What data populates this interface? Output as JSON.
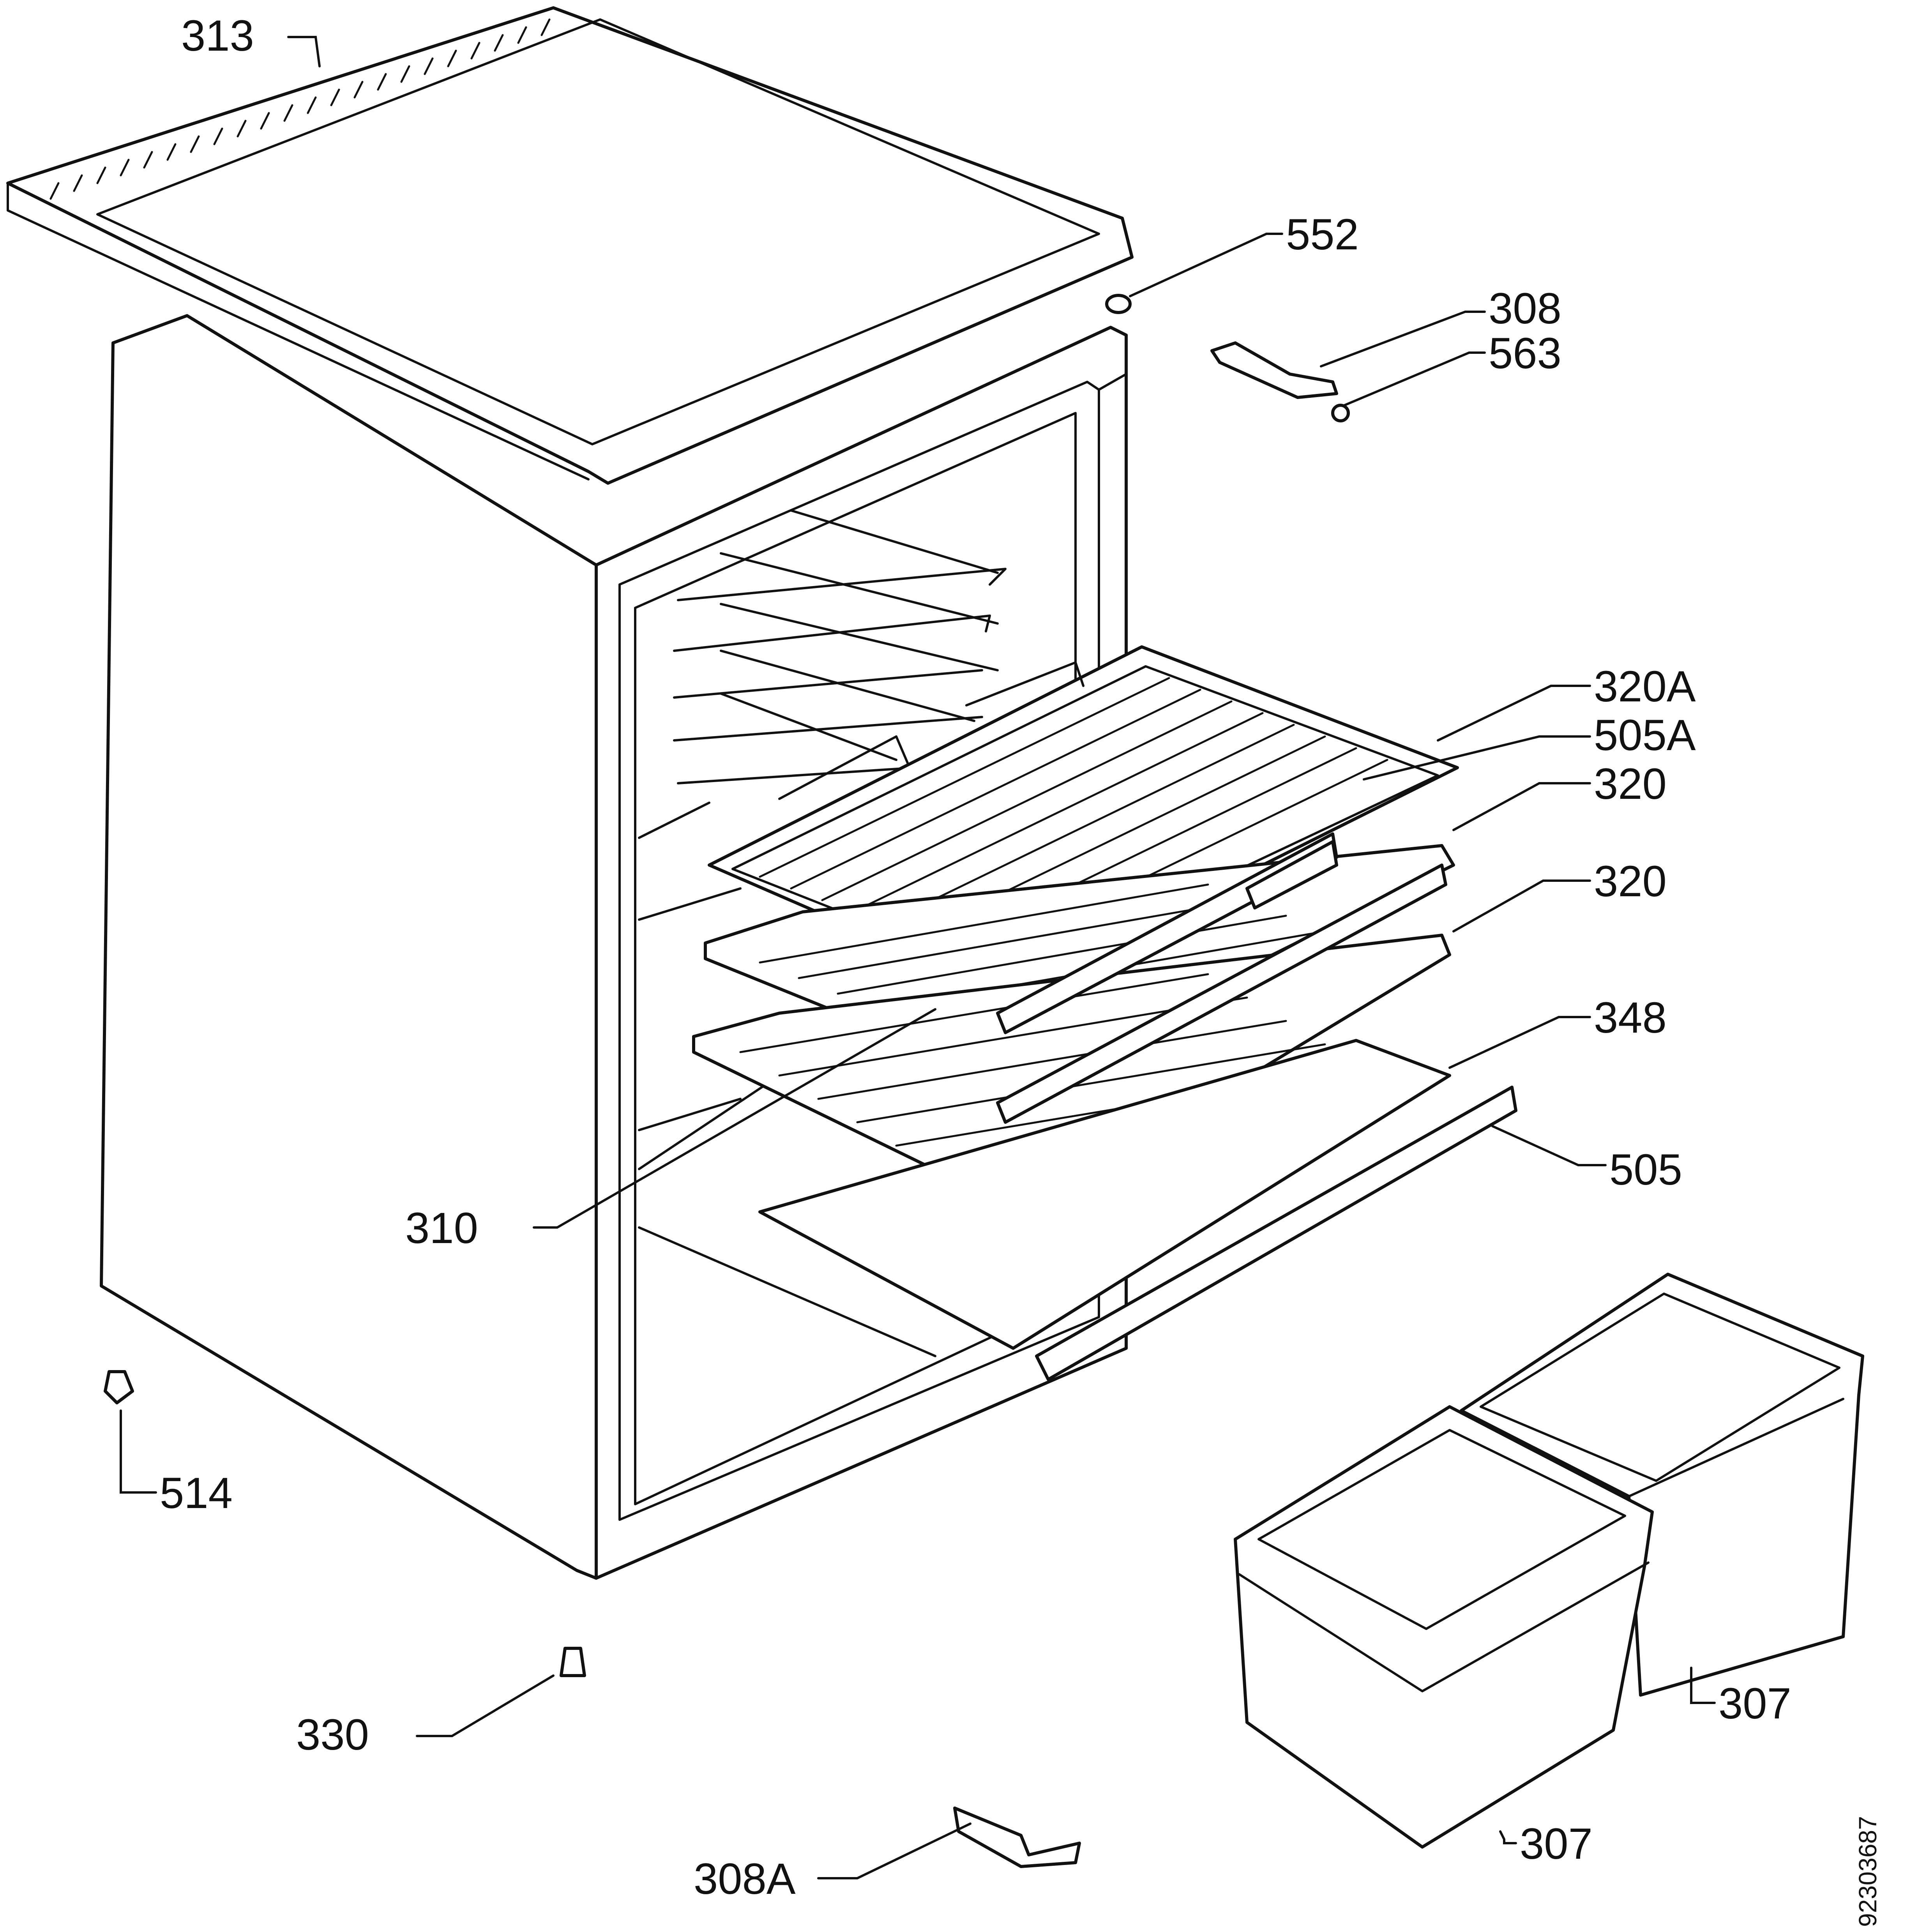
{
  "diagram": {
    "document_code": "92303687",
    "parts": {
      "top_cover": "313",
      "hinge_cap": "552",
      "upper_hinge": "308",
      "hinge_screw": "563",
      "shelf_front_trim": "320A",
      "shelf_clip": "505A",
      "glass_shelf_upper": "320",
      "glass_shelf_lower": "320",
      "crisper_cover_glass": "348",
      "crisper_cover_trim": "505",
      "wire_shelf": "310",
      "leveling_foot": "514",
      "adjustable_foot": "330",
      "lower_hinge": "308A",
      "crisper_drawer_left": "307",
      "crisper_drawer_right": "307"
    }
  }
}
